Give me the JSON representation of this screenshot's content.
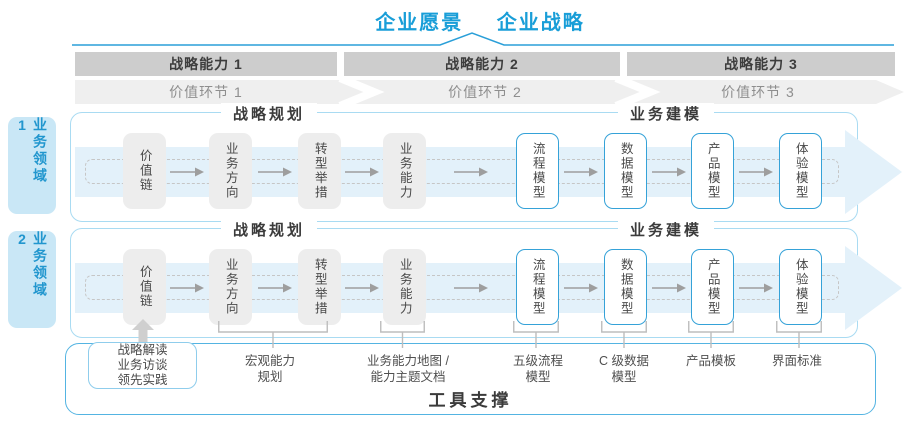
{
  "title": {
    "vision": "企业愿景",
    "strategy": "企业战略"
  },
  "capability_bars": [
    {
      "label": "战略能力 1"
    },
    {
      "label": "战略能力 2"
    },
    {
      "label": "战略能力 3"
    }
  ],
  "value_chain": [
    {
      "label": "价值环节 1"
    },
    {
      "label": "价值环节 2"
    },
    {
      "label": "价值环节 3"
    }
  ],
  "domains": [
    {
      "side_label": "业务领域 1",
      "sections": [
        {
          "title": "战略规划"
        },
        {
          "title": "业务建模"
        }
      ],
      "boxes": [
        "价值链",
        "业务方向",
        "转型举措",
        "业务能力",
        "流程模型",
        "数据模型",
        "产品模型",
        "体验模型"
      ]
    },
    {
      "side_label": "业务领域 2",
      "sections": [
        {
          "title": "战略规划"
        },
        {
          "title": "业务建模"
        }
      ],
      "boxes": [
        "价值链",
        "业务方向",
        "转型举措",
        "业务能力",
        "流程模型",
        "数据模型",
        "产品模型",
        "体验模型"
      ]
    }
  ],
  "annotations": {
    "practice_box": {
      "text": "战略解读\n业务访谈\n领先实践"
    },
    "notes": [
      {
        "text": "宏观能力\n规划"
      },
      {
        "text": "业务能力地图 /\n能力主题文档"
      },
      {
        "text": "五级流程\n模型"
      },
      {
        "text": "C 级数据\n模型"
      },
      {
        "text": "产品模板"
      },
      {
        "text": "界面标准"
      }
    ]
  },
  "footer": {
    "label": "工具支撑"
  },
  "colors": {
    "accent_blue": "#199ED8",
    "panel_border": "#A9DBF2",
    "tools_border": "#54B4E2",
    "model_box_border": "#35A2D8",
    "band_blue": "#E3F1FA",
    "sidebar_fill": "#C9E7F6",
    "bar_dark_gray": "#CDCDCD",
    "bar_light_gray": "#EFEFEF",
    "node_gray": "#EDEDED"
  }
}
